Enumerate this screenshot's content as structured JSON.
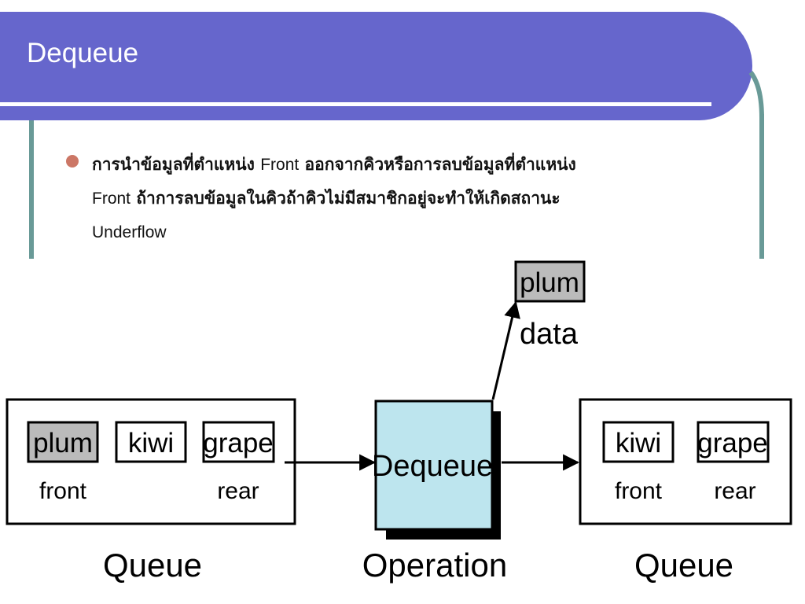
{
  "slide": {
    "title": "Dequeue",
    "bullet": {
      "line1_a": "การนำข้อมูลที่ตำแหน่ง",
      "line1_b": "Front",
      "line1_c": "ออกจากคิวหรือการลบข้อมูลที่ตำแหน่ง",
      "line2_a": "Front",
      "line2_b": "ถ้าการลบข้อมูลในคิวถ้าคิวไม่มีสมาชิกอยู่จะทำให้เกิดสถานะ",
      "line3": "Underflow"
    }
  },
  "diagram": {
    "left_queue": {
      "caption": "Queue",
      "items": [
        "plum",
        "kiwi",
        "grape"
      ],
      "front_label": "front",
      "rear_label": "rear"
    },
    "operation": {
      "box_label": "Dequeue",
      "caption": "Operation"
    },
    "output": {
      "item": "plum",
      "label": "data"
    },
    "right_queue": {
      "caption": "Queue",
      "items": [
        "kiwi",
        "grape"
      ],
      "front_label": "front",
      "rear_label": "rear"
    }
  },
  "colors": {
    "title_bar": "#6666cc",
    "accent_rule": "#699a97",
    "bullet": "#cc7766",
    "highlight_item": "#bbbbbb",
    "operation_box": "#bde5ee"
  }
}
